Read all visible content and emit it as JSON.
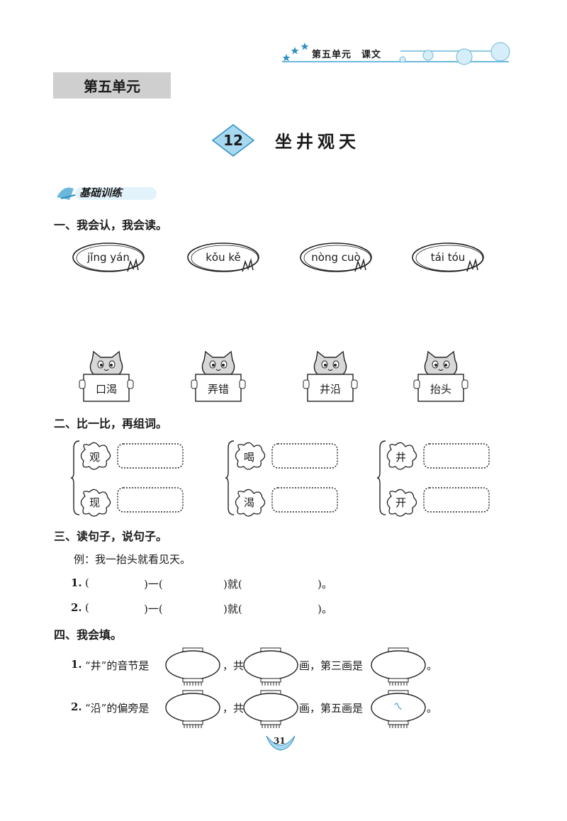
{
  "header": {
    "running_title": "第五单元　课文"
  },
  "unit_label": "第五单元",
  "lesson": {
    "number": "12",
    "title": "坐井观天"
  },
  "basics_banner": {
    "label": "基础训练"
  },
  "section1": {
    "title": "一、我会认，我会读。",
    "pinyin": [
      "jǐng yán",
      "kǒu kě",
      "nòng cuò",
      "tái tóu"
    ],
    "words": [
      "口渴",
      "弄错",
      "井沿",
      "抬头"
    ]
  },
  "section2": {
    "title": "二、比一比，再组词。",
    "pairs": [
      [
        "观",
        "现"
      ],
      [
        "喝",
        "渴"
      ],
      [
        "井",
        "开"
      ]
    ]
  },
  "section3": {
    "title": "三、读句子，说句子。",
    "example": "例：我一抬头就看见天。",
    "lines": [
      {
        "num": "1.",
        "open": "(",
        "mid1": ")一(",
        "mid2": ")就(",
        "end": ")。"
      },
      {
        "num": "2.",
        "open": "(",
        "mid1": ")一(",
        "mid2": ")就(",
        "end": ")。"
      }
    ]
  },
  "section4": {
    "title": "四、我会填。",
    "items": [
      {
        "num": "1.",
        "pre": "“井”的音节是",
        "mid1": "，共",
        "mid2": "画，第三画是",
        "end": "。",
        "filled": ""
      },
      {
        "num": "2.",
        "pre": "“沿”的偏旁是",
        "mid1": "，共",
        "mid2": "画，第五画是",
        "end": "。",
        "filled": "ㄟ"
      }
    ]
  },
  "footer": {
    "page_number": "31"
  },
  "colors": {
    "accent": "#6cb8dc",
    "diamond": "#a8d8ef",
    "gray_box": "#cfcfcf"
  }
}
